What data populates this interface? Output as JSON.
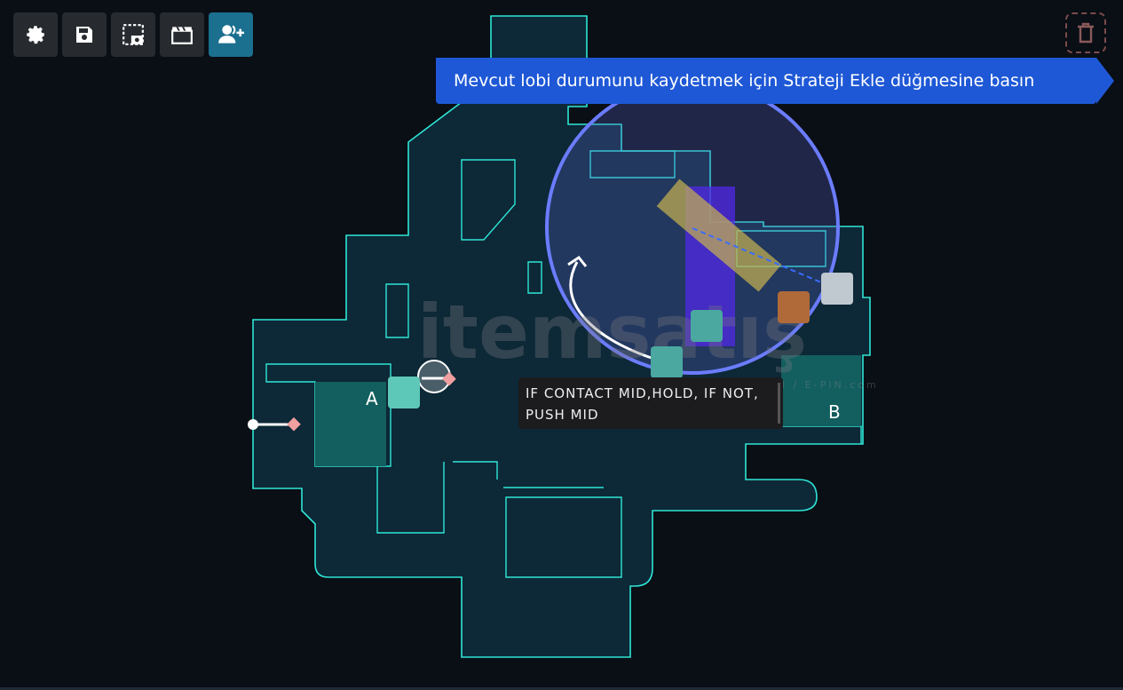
{
  "toolbar": {
    "buttons": [
      {
        "name": "settings",
        "icon": "gear-icon"
      },
      {
        "name": "save",
        "icon": "floppy-icon"
      },
      {
        "name": "screenshot",
        "icon": "screenshot-icon"
      },
      {
        "name": "clapperboard",
        "icon": "clapperboard-icon"
      },
      {
        "name": "add-strategy",
        "icon": "user-plus-icon",
        "active": true
      }
    ]
  },
  "tooltip": {
    "text": "Mevcut lobi durumunu kaydetmek için Strateji Ekle düğmesine basın"
  },
  "map": {
    "site_a": "A",
    "site_b": "B"
  },
  "note": {
    "text_line1": "IF CONTACT MID,HOLD, IF NOT,",
    "text_line2": "PUSH MID"
  },
  "watermark": {
    "brand": "itemsatış",
    "tagline": "HESAP / SKIN / ITEM / E-PIN",
    "suffix": ".com"
  },
  "colors": {
    "map_line": "#2de0d0",
    "map_fill": "#0e2a38",
    "accent": "#1e58d6",
    "circle": "#6b7cff"
  }
}
